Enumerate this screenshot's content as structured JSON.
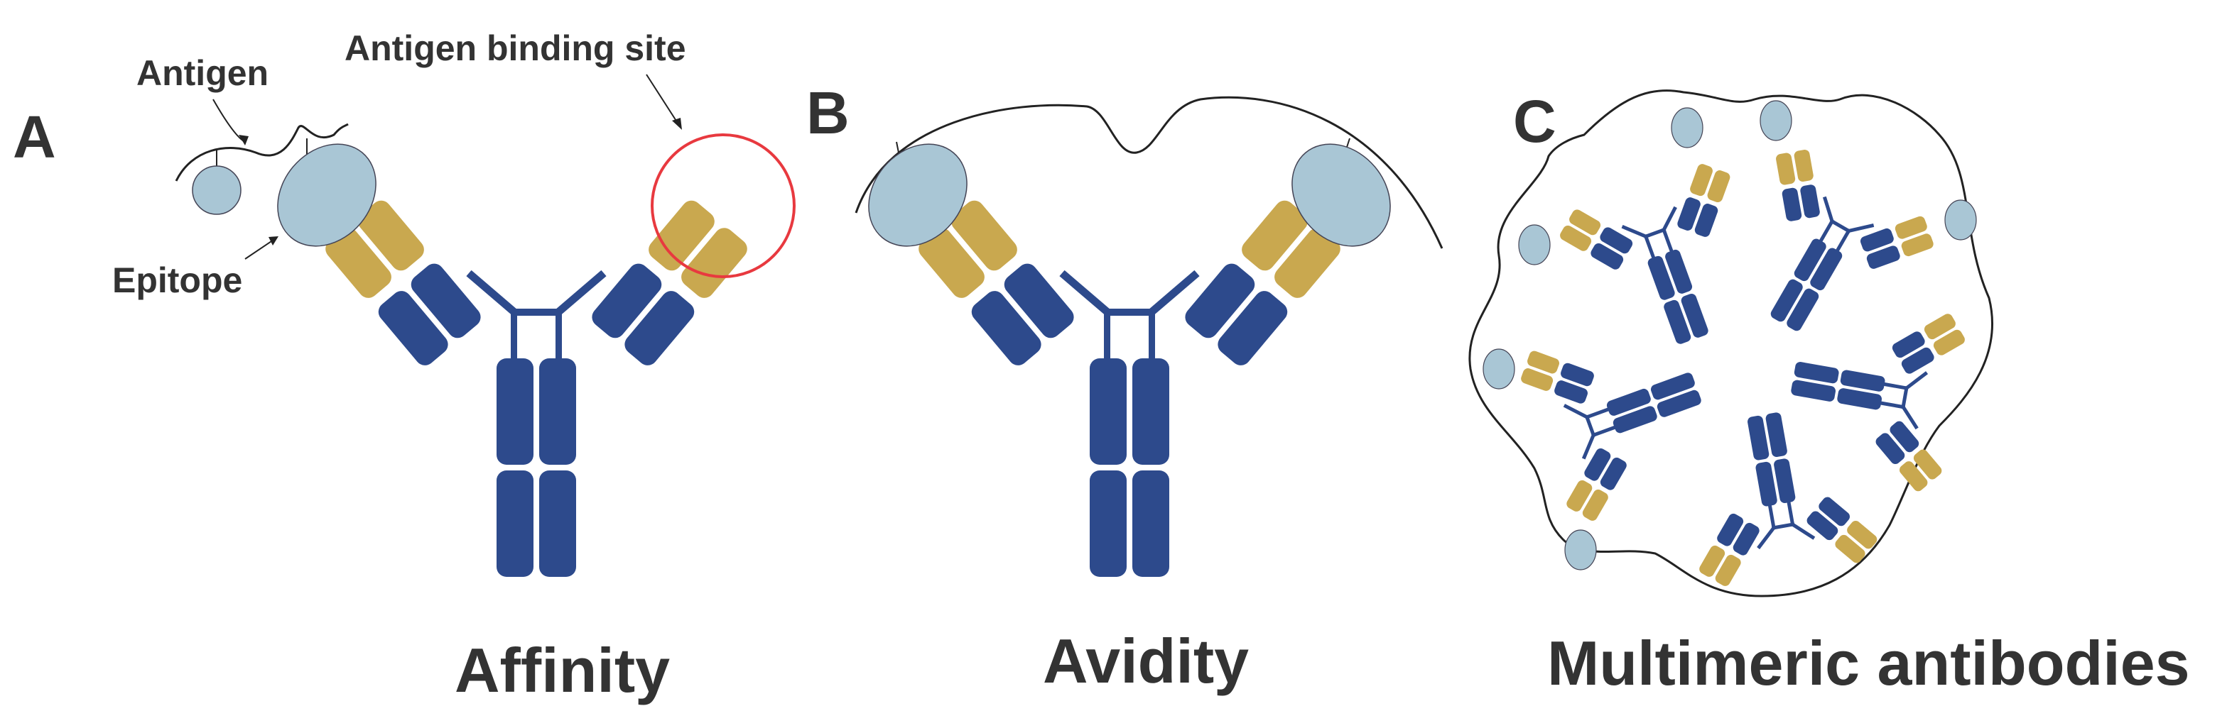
{
  "colors": {
    "heavy_chain": "#2d4a8c",
    "variable_region": "#c9a84f",
    "antigen_epitope": "#a9c6d5",
    "highlight_ring": "#e8393f",
    "outline": "#222222",
    "text": "#333333"
  },
  "panel_a": {
    "letter": "A",
    "antigen_label": "Antigen",
    "binding_site_label": "Antigen binding site",
    "epitope_label": "Epitope",
    "caption": "Affinity"
  },
  "panel_b": {
    "letter": "B",
    "caption": "Avidity"
  },
  "panel_c": {
    "letter": "C",
    "caption": "Multimeric antibodies"
  }
}
